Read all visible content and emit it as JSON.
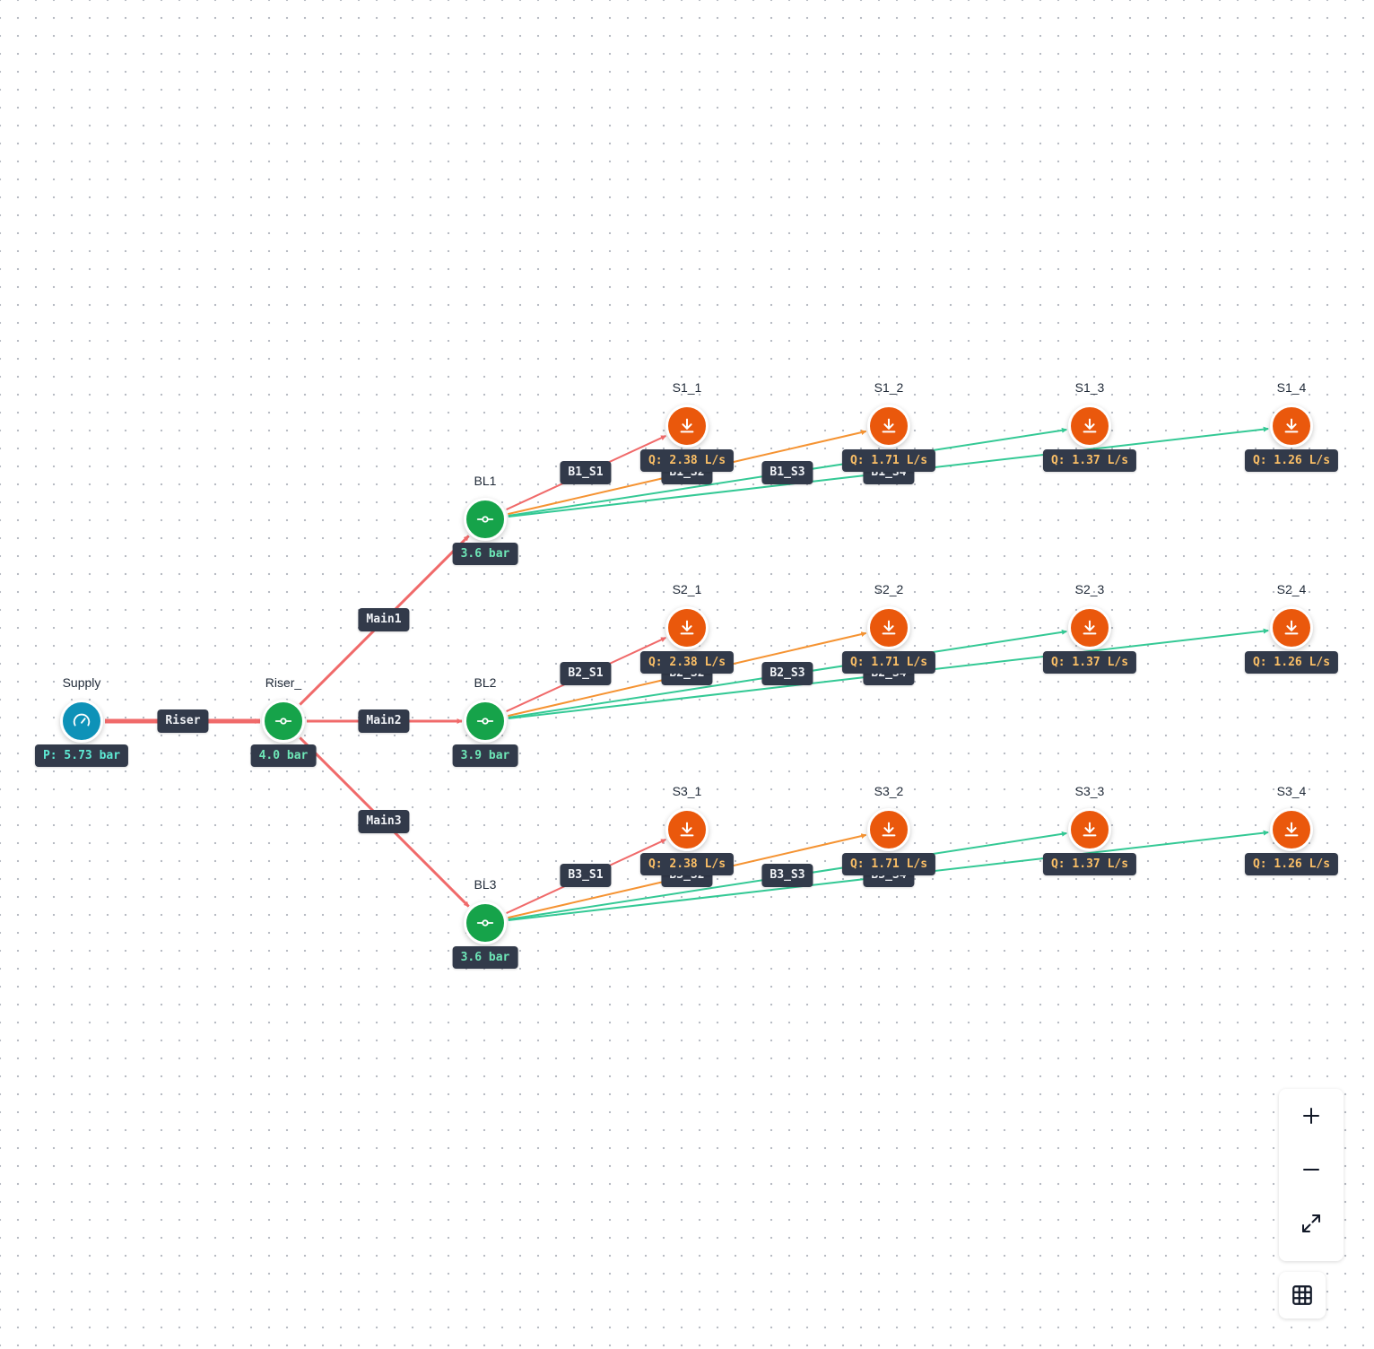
{
  "nodes": [
    {
      "id": "supply",
      "type": "source",
      "label": "Supply",
      "value": "P: 5.73 bar",
      "icon": "gauge-icon"
    },
    {
      "id": "riser",
      "type": "junction",
      "label": "Riser_",
      "value": "4.0 bar",
      "icon": "valve-icon"
    },
    {
      "id": "bl1",
      "type": "junction",
      "label": "BL1",
      "value": "3.6 bar",
      "icon": "valve-icon"
    },
    {
      "id": "bl2",
      "type": "junction",
      "label": "BL2",
      "value": "3.9 bar",
      "icon": "valve-icon"
    },
    {
      "id": "bl3",
      "type": "junction",
      "label": "BL3",
      "value": "3.6 bar",
      "icon": "valve-icon"
    },
    {
      "id": "s1_1",
      "type": "sink",
      "label": "S1_1",
      "value": "Q: 2.38 L/s",
      "icon": "download-icon"
    },
    {
      "id": "s1_2",
      "type": "sink",
      "label": "S1_2",
      "value": "Q: 1.71 L/s",
      "icon": "download-icon"
    },
    {
      "id": "s1_3",
      "type": "sink",
      "label": "S1_3",
      "value": "Q: 1.37 L/s",
      "icon": "download-icon"
    },
    {
      "id": "s1_4",
      "type": "sink",
      "label": "S1_4",
      "value": "Q: 1.26 L/s",
      "icon": "download-icon"
    },
    {
      "id": "s2_1",
      "type": "sink",
      "label": "S2_1",
      "value": "Q: 2.38 L/s",
      "icon": "download-icon"
    },
    {
      "id": "s2_2",
      "type": "sink",
      "label": "S2_2",
      "value": "Q: 1.71 L/s",
      "icon": "download-icon"
    },
    {
      "id": "s2_3",
      "type": "sink",
      "label": "S2_3",
      "value": "Q: 1.37 L/s",
      "icon": "download-icon"
    },
    {
      "id": "s2_4",
      "type": "sink",
      "label": "S2_4",
      "value": "Q: 1.26 L/s",
      "icon": "download-icon"
    },
    {
      "id": "s3_1",
      "type": "sink",
      "label": "S3_1",
      "value": "Q: 2.38 L/s",
      "icon": "download-icon"
    },
    {
      "id": "s3_2",
      "type": "sink",
      "label": "S3_2",
      "value": "Q: 1.71 L/s",
      "icon": "download-icon"
    },
    {
      "id": "s3_3",
      "type": "sink",
      "label": "S3_3",
      "value": "Q: 1.37 L/s",
      "icon": "download-icon"
    },
    {
      "id": "s3_4",
      "type": "sink",
      "label": "S3_4",
      "value": "Q: 1.26 L/s",
      "icon": "download-icon"
    }
  ],
  "edges": [
    {
      "id": "riser",
      "from": "supply",
      "to": "riser",
      "label": "Riser",
      "status": "high"
    },
    {
      "id": "main1",
      "from": "riser",
      "to": "bl1",
      "label": "Main1",
      "status": "high"
    },
    {
      "id": "main2",
      "from": "riser",
      "to": "bl2",
      "label": "Main2",
      "status": "high"
    },
    {
      "id": "main3",
      "from": "riser",
      "to": "bl3",
      "label": "Main3",
      "status": "high"
    },
    {
      "id": "b1_s1",
      "from": "bl1",
      "to": "s1_1",
      "label": "B1_S1",
      "status": "high"
    },
    {
      "id": "b1_s2",
      "from": "bl1",
      "to": "s1_2",
      "label": "B1_S2",
      "status": "medium"
    },
    {
      "id": "b1_s3",
      "from": "bl1",
      "to": "s1_3",
      "label": "B1_S3",
      "status": "low"
    },
    {
      "id": "b1_s4",
      "from": "bl1",
      "to": "s1_4",
      "label": "B1_S4",
      "status": "low"
    },
    {
      "id": "b2_s1",
      "from": "bl2",
      "to": "s2_1",
      "label": "B2_S1",
      "status": "high"
    },
    {
      "id": "b2_s2",
      "from": "bl2",
      "to": "s2_2",
      "label": "B2_S2",
      "status": "medium"
    },
    {
      "id": "b2_s3",
      "from": "bl2",
      "to": "s2_3",
      "label": "B2_S3",
      "status": "low"
    },
    {
      "id": "b2_s4",
      "from": "bl2",
      "to": "s2_4",
      "label": "B2_S4",
      "status": "low"
    },
    {
      "id": "b3_s1",
      "from": "bl3",
      "to": "s3_1",
      "label": "B3_S1",
      "status": "high"
    },
    {
      "id": "b3_s2",
      "from": "bl3",
      "to": "s3_2",
      "label": "B3_S2",
      "status": "medium"
    },
    {
      "id": "b3_s3",
      "from": "bl3",
      "to": "s3_3",
      "label": "B3_S3",
      "status": "low"
    },
    {
      "id": "b3_s4",
      "from": "bl3",
      "to": "s3_4",
      "label": "B3_S4",
      "status": "low"
    }
  ],
  "colors": {
    "source": "#0e92b8",
    "junction": "#16a34a",
    "sink": "#ea580c",
    "edge_high": "#f06a6a",
    "edge_medium": "#f59332",
    "edge_low": "#34c995",
    "label_bg": "#323a4a"
  },
  "controls": {
    "zoom_in_icon": "plus-icon",
    "zoom_out_icon": "minus-icon",
    "fit_view_icon": "expand-icon",
    "grid_icon": "grid-icon"
  }
}
